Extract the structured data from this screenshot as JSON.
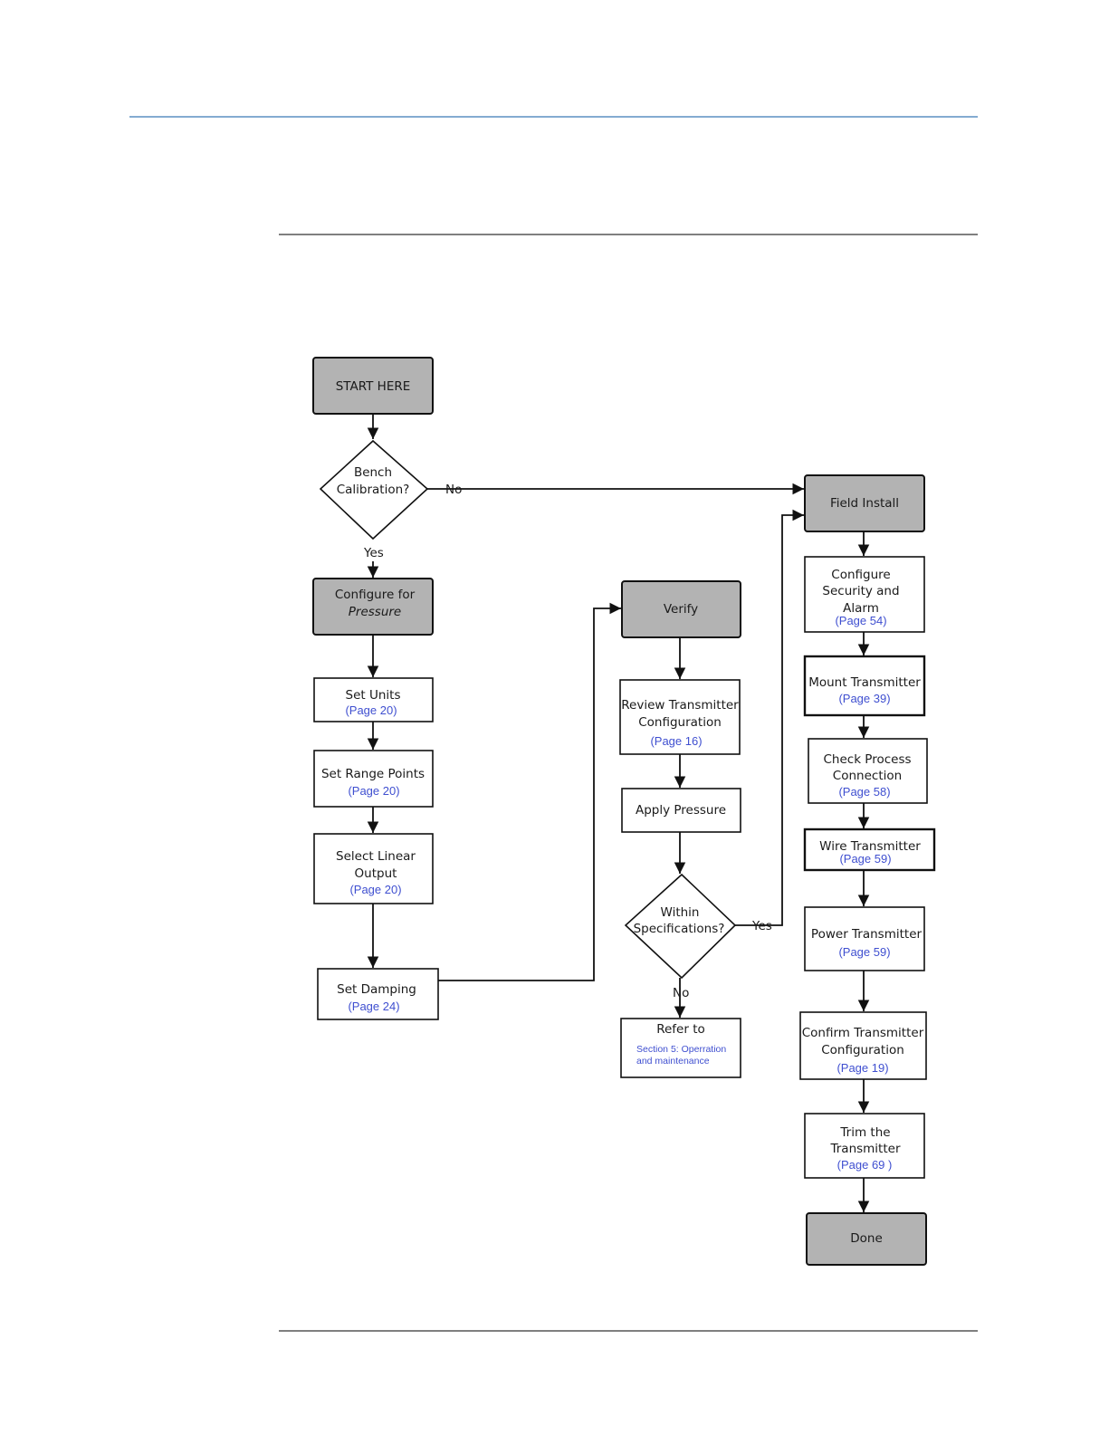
{
  "colors": {
    "header_rule": "#5b8fc2",
    "terminal_fill": "#b3b3b3",
    "page_ref": "#3f4fd0"
  },
  "nodes": {
    "start_here": "START HERE",
    "bench_calibration_1": "Bench",
    "bench_calibration_2": "Calibration?",
    "configure_pressure_1": "Configure for",
    "configure_pressure_2": "Pressure",
    "set_units": "Set Units",
    "set_units_page": "(Page 20)",
    "set_range_points": "Set Range Points",
    "set_range_points_page": "(Page 20)",
    "select_linear_1": "Select Linear",
    "select_linear_2": "Output",
    "select_linear_page": "(Page 20)",
    "set_damping": "Set Damping",
    "set_damping_page": "(Page 24)",
    "verify": "Verify",
    "review_config_1": "Review Transmitter",
    "review_config_2": "Configuration",
    "review_config_page": "(Page 16)",
    "apply_pressure": "Apply Pressure",
    "within_spec_1": "Within",
    "within_spec_2": "Specifications?",
    "refer_to": "Refer to",
    "refer_section_1": "Section 5: Operration",
    "refer_section_2": "and maintenance",
    "field_install": "Field Install",
    "configure_security_1": "Configure",
    "configure_security_2": "Security and",
    "configure_security_3": "Alarm",
    "configure_security_page": "(Page 54)",
    "mount_transmitter": "Mount Transmitter",
    "mount_transmitter_page": "(Page 39)",
    "check_process_1": "Check Process",
    "check_process_2": "Connection",
    "check_process_page": "(Page 58)",
    "wire_transmitter": "Wire Transmitter",
    "wire_transmitter_page": "(Page 59)",
    "power_transmitter": "Power Transmitter",
    "power_transmitter_page": "(Page 59)",
    "confirm_config_1": "Confirm Transmitter",
    "confirm_config_2": "Configuration",
    "confirm_config_page": "(Page 19)",
    "trim_1": "Trim the",
    "trim_2": "Transmitter",
    "trim_page": "(Page 69 )",
    "done": "Done"
  },
  "edge_labels": {
    "bench_no": "No",
    "bench_yes": "Yes",
    "spec_yes": "Yes",
    "spec_no": "No"
  }
}
